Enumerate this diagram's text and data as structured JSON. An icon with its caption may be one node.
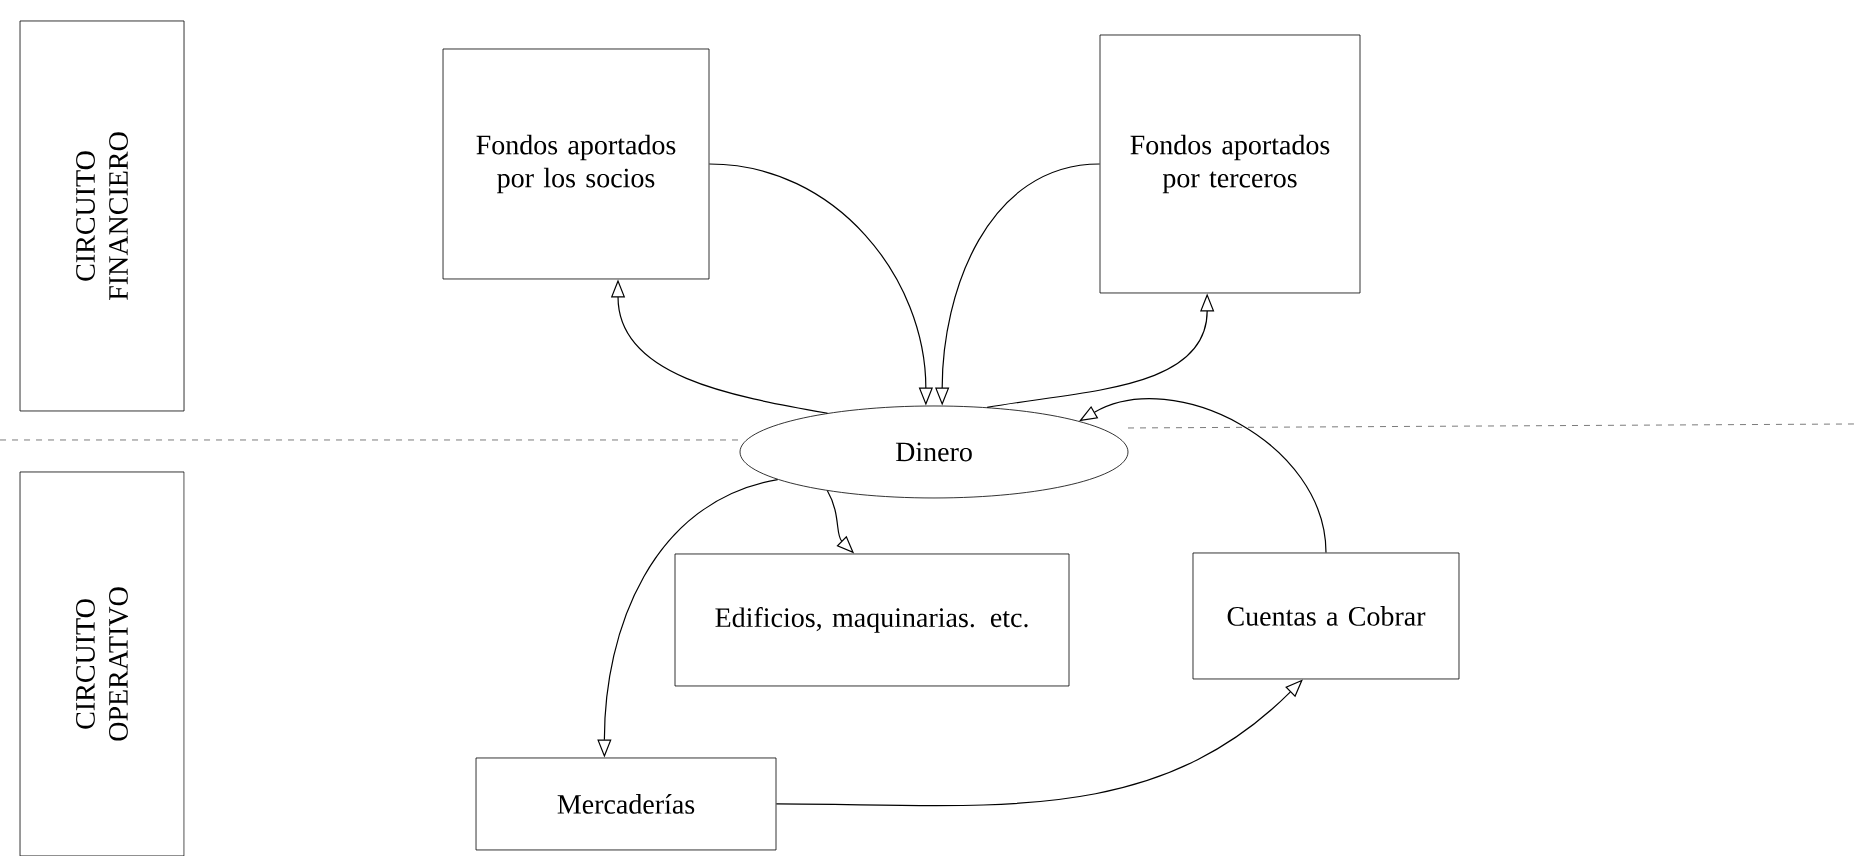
{
  "diagram": {
    "nodes": [
      {
        "text": [
          "CIRCUITO FINANCIERO"
        ]
      },
      {
        "text": [
          "Fondos aportados por los socios"
        ]
      },
      {
        "text": [
          "Fondos aportados por terceros"
        ]
      },
      {
        "text": [
          "Dinero"
        ]
      },
      {
        "text": [
          "CIRCUITO OPERATIVO"
        ]
      },
      {
        "text": [
          "Edificios, maquinarias. etc."
        ]
      },
      {
        "text": [
          "Cuentas a Cobrar"
        ]
      },
      {
        "text": [
          "Mercaderías"
        ]
      }
    ],
    "edges": [
      {
        "from": 1,
        "to": 3,
        "arrow": "to"
      },
      {
        "from": 2,
        "to": 3,
        "arrow": "to"
      },
      {
        "from": 3,
        "to": 1,
        "arrow": "to"
      },
      {
        "from": 3,
        "to": 2,
        "arrow": "to"
      },
      {
        "from": 6,
        "to": 3,
        "arrow": "to"
      },
      {
        "from": 3,
        "to": 5,
        "arrow": "to"
      },
      {
        "from": 3,
        "to": 7,
        "arrow": "to"
      },
      {
        "from": 7,
        "to": 6,
        "arrow": "to"
      }
    ]
  }
}
